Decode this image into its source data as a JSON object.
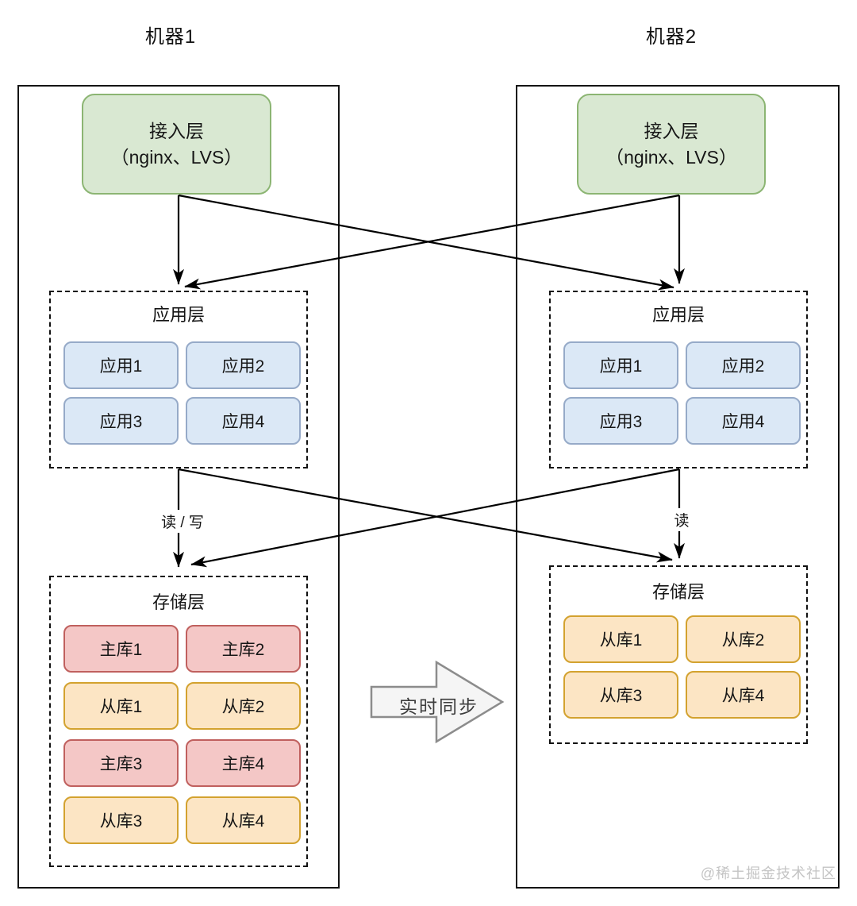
{
  "machines": [
    {
      "title": "机器1",
      "access_layer": {
        "line1": "接入层",
        "line2": "（nginx、LVS）"
      },
      "app_layer": {
        "title": "应用层",
        "items": [
          "应用1",
          "应用2",
          "应用3",
          "应用4"
        ]
      },
      "storage_link_label": "读 / 写",
      "storage_layer": {
        "title": "存储层",
        "items": [
          {
            "label": "主库1",
            "role": "master"
          },
          {
            "label": "主库2",
            "role": "master"
          },
          {
            "label": "从库1",
            "role": "slave"
          },
          {
            "label": "从库2",
            "role": "slave"
          },
          {
            "label": "主库3",
            "role": "master"
          },
          {
            "label": "主库4",
            "role": "master"
          },
          {
            "label": "从库3",
            "role": "slave"
          },
          {
            "label": "从库4",
            "role": "slave"
          }
        ]
      }
    },
    {
      "title": "机器2",
      "access_layer": {
        "line1": "接入层",
        "line2": "（nginx、LVS）"
      },
      "app_layer": {
        "title": "应用层",
        "items": [
          "应用1",
          "应用2",
          "应用3",
          "应用4"
        ]
      },
      "storage_link_label": "读",
      "storage_layer": {
        "title": "存储层",
        "items": [
          {
            "label": "从库1",
            "role": "slave"
          },
          {
            "label": "从库2",
            "role": "slave"
          },
          {
            "label": "从库3",
            "role": "slave"
          },
          {
            "label": "从库4",
            "role": "slave"
          }
        ]
      }
    }
  ],
  "sync_arrow": {
    "label": "实时同步"
  },
  "watermark": "@稀土掘金技术社区",
  "colors": {
    "access_fill": "#d9e8d2",
    "access_border": "#8cb573",
    "app_fill": "#dbe8f6",
    "app_border": "#96aac8",
    "master_fill": "#f4c7c6",
    "master_border": "#c0605e",
    "slave_fill": "#fce5c4",
    "slave_border": "#d3a22f",
    "line": "#000000",
    "sync_fill": "#f5f5f5",
    "sync_border": "#8c8c8c"
  }
}
